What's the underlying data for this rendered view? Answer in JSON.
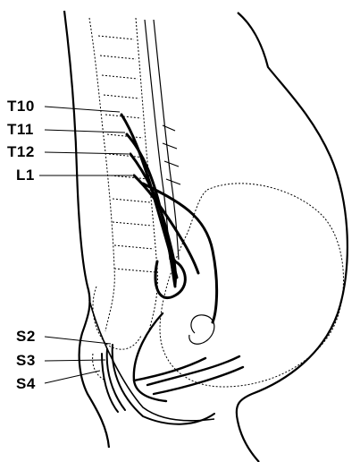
{
  "labels": {
    "t10": "T10",
    "t11": "T11",
    "t12": "T12",
    "l1": "L1",
    "s2": "S2",
    "s3": "S3",
    "s4": "S4"
  },
  "colors": {
    "line": "#000000",
    "background": "#ffffff"
  }
}
